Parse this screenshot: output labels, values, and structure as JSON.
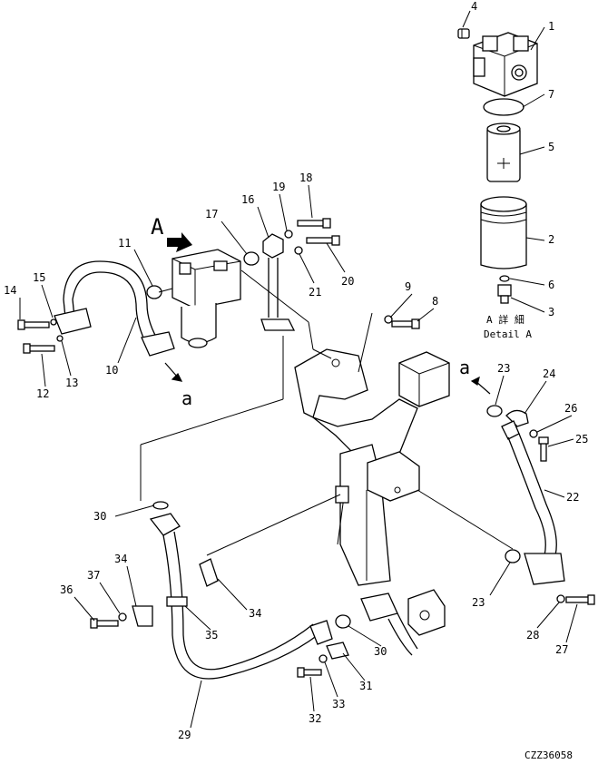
{
  "diagram": {
    "detail_letter": "A",
    "detail_jp": "A 詳 細",
    "detail_en": "Detail A",
    "connection_letter": "a",
    "drawing_code": "CZZ36058",
    "callouts": [
      {
        "id": "c1",
        "text": "1"
      },
      {
        "id": "c2",
        "text": "2"
      },
      {
        "id": "c3",
        "text": "3"
      },
      {
        "id": "c4",
        "text": "4"
      },
      {
        "id": "c5",
        "text": "5"
      },
      {
        "id": "c6",
        "text": "6"
      },
      {
        "id": "c7",
        "text": "7"
      },
      {
        "id": "c8",
        "text": "8"
      },
      {
        "id": "c9",
        "text": "9"
      },
      {
        "id": "c10",
        "text": "10"
      },
      {
        "id": "c11",
        "text": "11"
      },
      {
        "id": "c12",
        "text": "12"
      },
      {
        "id": "c13",
        "text": "13"
      },
      {
        "id": "c14",
        "text": "14"
      },
      {
        "id": "c15",
        "text": "15"
      },
      {
        "id": "c16",
        "text": "16"
      },
      {
        "id": "c17",
        "text": "17"
      },
      {
        "id": "c18",
        "text": "18"
      },
      {
        "id": "c19",
        "text": "19"
      },
      {
        "id": "c20",
        "text": "20"
      },
      {
        "id": "c21",
        "text": "21"
      },
      {
        "id": "c22",
        "text": "22"
      },
      {
        "id": "c23a",
        "text": "23"
      },
      {
        "id": "c23b",
        "text": "23"
      },
      {
        "id": "c24",
        "text": "24"
      },
      {
        "id": "c25",
        "text": "25"
      },
      {
        "id": "c26",
        "text": "26"
      },
      {
        "id": "c27",
        "text": "27"
      },
      {
        "id": "c28",
        "text": "28"
      },
      {
        "id": "c29",
        "text": "29"
      },
      {
        "id": "c30a",
        "text": "30"
      },
      {
        "id": "c30b",
        "text": "30"
      },
      {
        "id": "c31",
        "text": "31"
      },
      {
        "id": "c32",
        "text": "32"
      },
      {
        "id": "c33",
        "text": "33"
      },
      {
        "id": "c34a",
        "text": "34"
      },
      {
        "id": "c34b",
        "text": "34"
      },
      {
        "id": "c35",
        "text": "35"
      },
      {
        "id": "c36",
        "text": "36"
      },
      {
        "id": "c37",
        "text": "37"
      }
    ]
  }
}
